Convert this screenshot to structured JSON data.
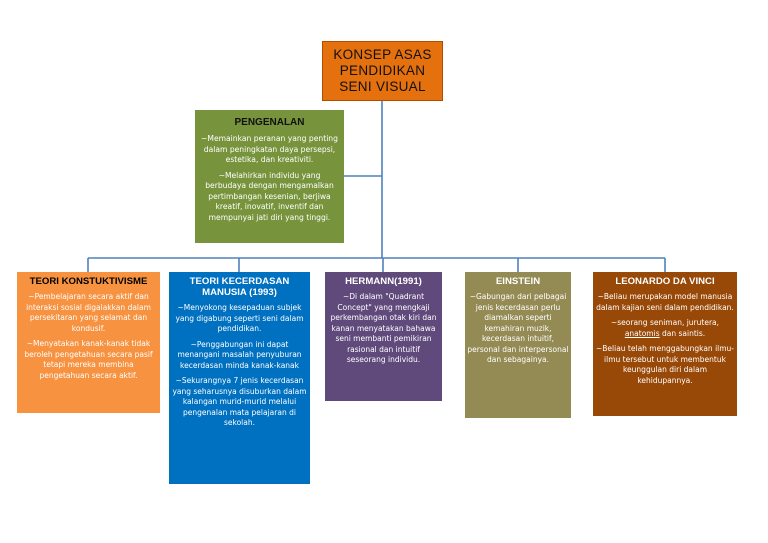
{
  "title": {
    "line1": "KONSEP ASAS",
    "line2": "PENDIDIKAN",
    "line3": "SENI VISUAL"
  },
  "intro": {
    "heading": "PENGENALAN",
    "p1": "~Memainkan peranan yang penting dalam peningkatan daya persepsi, estetika, dan kreativiti.",
    "p2": "~Melahirkan individu yang berbudaya dengan mengamalkan pertimbangan kesenian, berjiwa kreatif, inovatif, inventif dan mempunyai jati diri yang tinggi."
  },
  "columns": [
    {
      "heading": "TEORI KONSTUKTIVISME",
      "p1": "~Pembelajaran secara aktif dan interaksi sosial digalakkan dalam persekitaran yang selamat dan kondusif.",
      "p2": "~Menyatakan kanak-kanak tidak beroleh pengetahuan secara pasif tetapi mereka membina pengetahuan secara aktif."
    },
    {
      "heading": "TEORI KECERDASAN MANUSIA (1993)",
      "p1": "~Menyokong kesepaduan subjek yang digabung seperti seni dalam pendidikan.",
      "p2": "~Penggabungan ini dapat menangani masalah penyuburan kecerdasan minda kanak-kanak",
      "p3": "~Sekurangnya 7 jenis kecerdasan yang seharusnya disuburkan dalam kalangan murid-murid melalui pengenalan mata pelajaran di sekolah."
    },
    {
      "heading": "HERMANN(1991)",
      "p1": "~Di dalam \"Quadrant Concept\" yang mengkaji perkembangan otak kiri dan kanan menyatakan bahawa seni membanti pemikiran rasional dan intuitif seseorang individu."
    },
    {
      "heading": "EINSTEIN",
      "p1": "~Gabungan dari pelbagai jenis kecerdasan perlu diamalkan seperti kemahiran muzik, kecerdasan intuitif, personal dan interpersonal dan sebagainya."
    },
    {
      "heading": "LEONARDO DA VINCI",
      "p1": "~Beliau merupakan model manusia dalam kajian seni dalam pendidikan.",
      "p2a": "~seorang seniman, jurutera,",
      "p2b": "anatomis",
      "p2c": " dan saintis.",
      "p3": "~Beliau telah menggabungkan ilmu-ilmu tersebut untuk membentuk keunggulan diri dalam kehidupannya."
    }
  ],
  "colors": {
    "title": "#e4700e",
    "intro": "#77933c",
    "c1": "#f69240",
    "c2": "#0070c0",
    "c3": "#604a7b",
    "c4": "#948a54",
    "c5": "#984807",
    "connector": "#4f81bd"
  }
}
